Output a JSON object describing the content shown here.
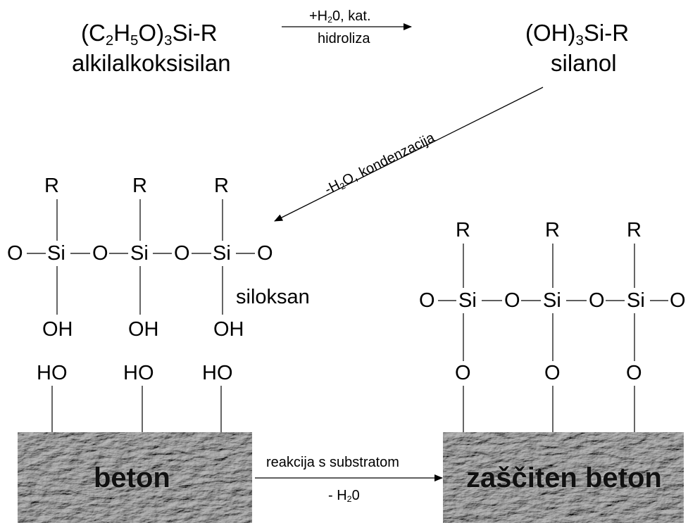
{
  "reactant": {
    "formula": {
      "p1": "(C",
      "s1": "2",
      "p2": "H",
      "s2": "5",
      "p3": "O)",
      "s3": "3",
      "p4": "Si-R"
    },
    "name": "alkilalkoksisilan"
  },
  "hydrolysis": {
    "top": {
      "p1": "+H",
      "s1": "2",
      "p2": "0, kat."
    },
    "bottom": "hidroliza"
  },
  "product": {
    "formula": {
      "p1": "(OH)",
      "s1": "3",
      "p2": "Si-R"
    },
    "name": "silanol"
  },
  "condensation": {
    "p1": "-H",
    "s1": "2",
    "p2": "O, kondenzacija"
  },
  "siloxane": {
    "r": "R",
    "o": "O",
    "si": "Si",
    "oh": "OH",
    "ho": "HO",
    "label": "siloksan"
  },
  "substrate": {
    "left_label": "beton",
    "right_label": "zaščiten beton",
    "texture_color": "#8c8c8c"
  },
  "reaction": {
    "top": "reakcija s substratom",
    "bottom": {
      "p1": "- H",
      "s1": "2",
      "p2": "0"
    }
  }
}
